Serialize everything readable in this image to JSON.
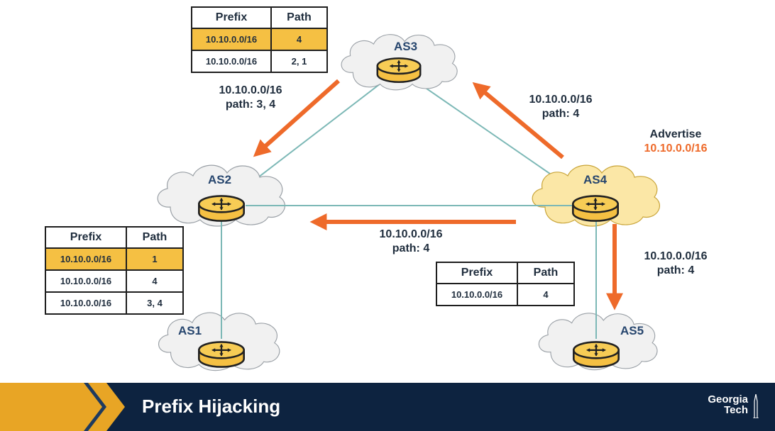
{
  "colors": {
    "link": "#7cb8b6",
    "arrow": "#ee6a2a",
    "cloud_fill": "#f1f1f1",
    "cloud_fill_highlight": "#fbe7a6",
    "router_fill": "#f5c043",
    "table_highlight": "#f5c043",
    "footer_bg": "#0d2340",
    "footer_chevron": "#e8a525"
  },
  "nodes": {
    "as1": "AS1",
    "as2": "AS2",
    "as3": "AS3",
    "as4": "AS4",
    "as5": "AS5"
  },
  "annotations": {
    "as3_to_as2": [
      "10.10.0.0/16",
      "path: 3, 4"
    ],
    "as4_to_as3": [
      "10.10.0.0/16",
      "path: 4"
    ],
    "as4_to_as2": [
      "10.10.0.0/16",
      "path: 4"
    ],
    "as4_to_as5": [
      "10.10.0.0/16",
      "path: 4"
    ],
    "advertise_label": "Advertise",
    "advertise_prefix": "10.10.0.0/16"
  },
  "tables": {
    "as3_table": {
      "headers": [
        "Prefix",
        "Path"
      ],
      "rows": [
        {
          "prefix": "10.10.0.0/16",
          "path": "4",
          "best": true
        },
        {
          "prefix": "10.10.0.0/16",
          "path": "2, 1",
          "best": false
        }
      ]
    },
    "as2_table": {
      "headers": [
        "Prefix",
        "Path"
      ],
      "rows": [
        {
          "prefix": "10.10.0.0/16",
          "path": "1",
          "best": true
        },
        {
          "prefix": "10.10.0.0/16",
          "path": "4",
          "best": false
        },
        {
          "prefix": "10.10.0.0/16",
          "path": "3, 4",
          "best": false
        }
      ]
    },
    "as5_table": {
      "headers": [
        "Prefix",
        "Path"
      ],
      "rows": [
        {
          "prefix": "10.10.0.0/16",
          "path": "4",
          "best": false
        }
      ]
    }
  },
  "footer": {
    "title": "Prefix Hijacking",
    "logo_line1": "Georgia",
    "logo_line2": "Tech"
  }
}
